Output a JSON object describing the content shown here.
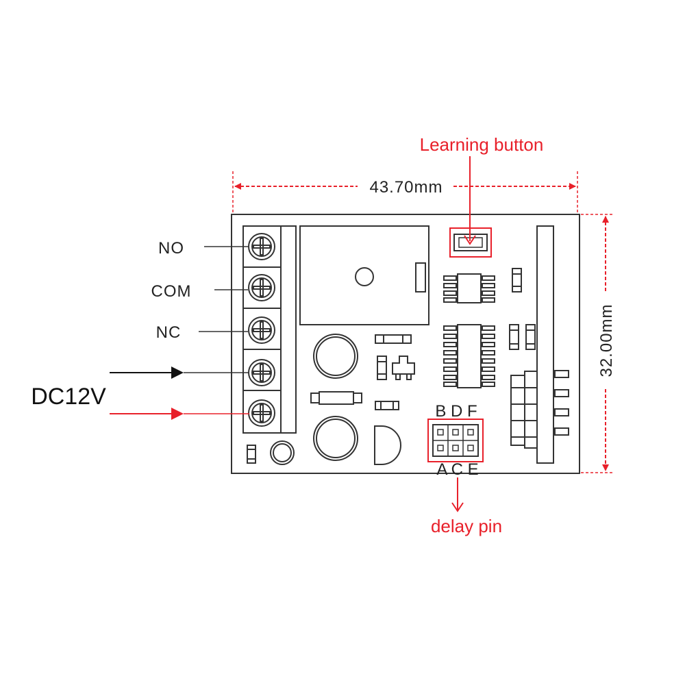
{
  "colors": {
    "accent": "#e8202a",
    "ink": "#111111",
    "line": "#333333"
  },
  "labels": {
    "learning_button": "Learning button",
    "width_dim": "43.70mm",
    "height_dim": "32.00mm",
    "delay_pin": "delay pin",
    "dc_input": "DC12V"
  },
  "terminals": [
    "NO",
    "COM",
    "NC"
  ],
  "jumper": {
    "top_row": "B D F",
    "bottom_row": "A C E"
  }
}
